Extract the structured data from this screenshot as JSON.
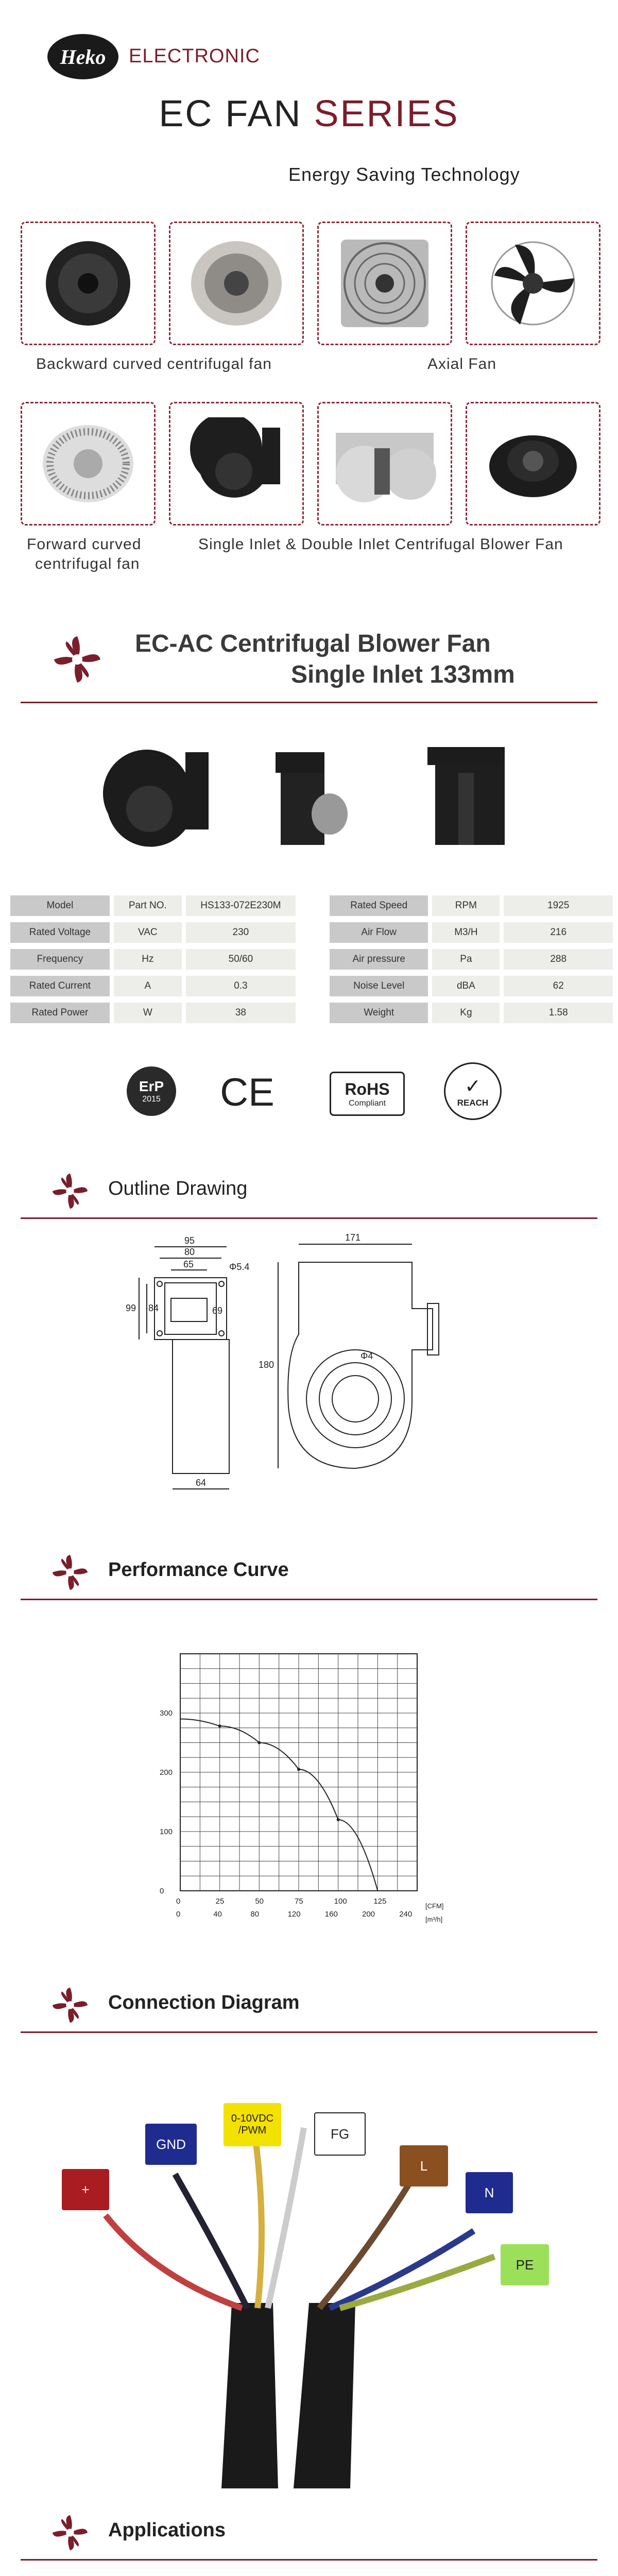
{
  "brand": {
    "logo": "Heko",
    "name": "ELECTRONIC"
  },
  "header": {
    "title_part1": "EC FAN",
    "title_part2": "SERIES",
    "subtitle": "Energy Saving Technology"
  },
  "product_row1": {
    "caption1": "Backward curved centrifugal fan",
    "caption2": "Axial Fan"
  },
  "product_row2": {
    "caption1a": "Forward curved",
    "caption1b": "centrifugal fan",
    "caption2": "Single Inlet & Double Inlet Centrifugal Blower Fan"
  },
  "product": {
    "title_line1": "EC-AC Centrifugal Blower Fan",
    "title_line2": "Single Inlet 133mm"
  },
  "specs": {
    "left": [
      [
        "Model",
        "Part NO.",
        "HS133-072E230M"
      ],
      [
        "Rated Voltage",
        "VAC",
        "230"
      ],
      [
        "Frequency",
        "Hz",
        "50/60"
      ],
      [
        "Rated Current",
        "A",
        "0.3"
      ],
      [
        "Rated Power",
        "W",
        "38"
      ]
    ],
    "right": [
      [
        "Rated Speed",
        "RPM",
        "1925"
      ],
      [
        "Air Flow",
        "M3/H",
        "216"
      ],
      [
        "Air pressure",
        "Pa",
        "288"
      ],
      [
        "Noise Level",
        "dBA",
        "62"
      ],
      [
        "Weight",
        "Kg",
        "1.58"
      ]
    ]
  },
  "certs": {
    "erp": "ErP",
    "erp_year": "2015",
    "ce": "CE",
    "rohs": "RoHS",
    "rohs_sub": "Compliant",
    "reach": "REACH"
  },
  "sections": {
    "outline": "Outline Drawing",
    "performance": "Performance Curve",
    "connection": "Connection Diagram",
    "applications": "Applications"
  },
  "outline": {
    "d95": "95",
    "d80": "80",
    "d65": "65",
    "d4": "Φ5.4",
    "d99": "99",
    "d84": "84",
    "d69": "69",
    "d64": "64",
    "d171": "171",
    "d180": "180",
    "d4b": "Φ4"
  },
  "chart_data": {
    "type": "line",
    "x": [
      0,
      25,
      50,
      75,
      100,
      125
    ],
    "x_unit": "[CFM]",
    "x2_ticks": [
      "0",
      "40",
      "80",
      "120",
      "160",
      "200",
      "240"
    ],
    "x2_unit": "[m³/h]",
    "series": [
      {
        "values": [
          290,
          278,
          250,
          205,
          120,
          0
        ]
      }
    ],
    "y_ticks": [
      "0",
      "100",
      "200",
      "300"
    ],
    "xlim": [
      0,
      150
    ],
    "ylim": [
      0,
      400
    ],
    "grid": true
  },
  "connection": {
    "plus": "+",
    "gnd": "GND",
    "ctrl": "0-10VDC /PWM",
    "fg": "FG",
    "l": "L",
    "n": "N",
    "pe": "PE"
  }
}
